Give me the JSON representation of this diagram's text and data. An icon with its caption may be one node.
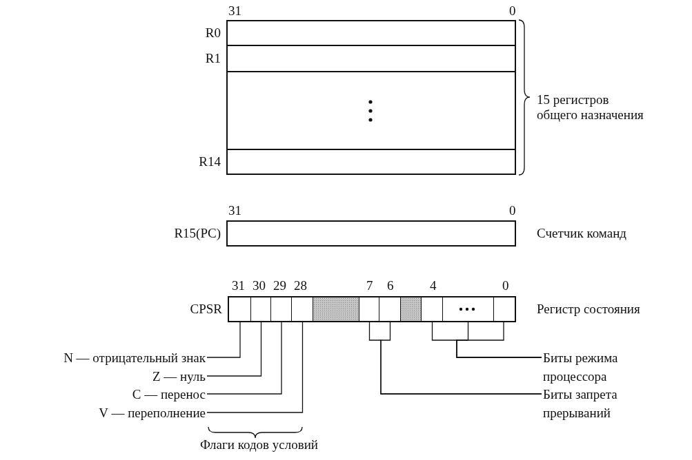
{
  "diagram": {
    "nodes": [
      {
        "text": [
          "R0"
        ]
      },
      {
        "text": [
          "R1"
        ]
      },
      {
        "text": [],
        "shape": "box"
      },
      {
        "text": [
          "R14"
        ]
      },
      {
        "text": [
          "R15(PC)"
        ],
        "beside": [
          "Счетчик команд"
        ]
      },
      {
        "text": [
          "CPSR"
        ],
        "beside": [
          "Регистр состояния"
        ]
      },
      {
        "text": [],
        "shape": "box",
        "in": 5
      },
      {
        "text": [],
        "shape": "box",
        "in": 5
      },
      {
        "text": [],
        "shape": "box",
        "in": 5
      },
      {
        "text": [],
        "shape": "box",
        "in": 5
      },
      {
        "text": [],
        "shape": "bar",
        "in": 5
      },
      {
        "text": [],
        "shape": "box",
        "in": 5
      },
      {
        "text": [],
        "shape": "box",
        "in": 5
      },
      {
        "text": [],
        "shape": "bar",
        "in": 5
      },
      {
        "text": [],
        "shape": "box",
        "in": 5
      },
      {
        "text": [],
        "shape": "box",
        "in": 5
      },
      {
        "text": [],
        "shape": "box",
        "in": 5
      },
      {
        "text": [
          "N — отрицательный знак"
        ]
      },
      {
        "text": [
          "Z — нуль"
        ]
      },
      {
        "text": [
          "C — перенос"
        ]
      },
      {
        "text": [
          "V — переполнение"
        ]
      },
      {
        "text": [
          "Биты режима процессора"
        ]
      },
      {
        "text": [
          "Биты запрета прерываний"
        ]
      }
    ],
    "edges": [
      {
        "from": 17,
        "to": 6,
        "arrow": "none"
      },
      {
        "from": 18,
        "to": 7,
        "arrow": "none"
      },
      {
        "from": 19,
        "to": 8,
        "arrow": "none"
      },
      {
        "from": 20,
        "to": 9,
        "arrow": "none"
      },
      {
        "from": 21,
        "to": 14,
        "arrow": "none"
      },
      {
        "from": 21,
        "to": 15,
        "arrow": "none"
      },
      {
        "from": 21,
        "to": 16,
        "arrow": "none"
      },
      {
        "from": 22,
        "to": 11,
        "arrow": "none"
      },
      {
        "from": 22,
        "to": 12,
        "arrow": "none"
      }
    ],
    "labels": [
      "31",
      "0",
      "15 регистров общего назначения",
      "31",
      "0",
      "31",
      "30",
      "29",
      "28",
      "7",
      "6",
      "4",
      "0",
      "Флаги кодов условий"
    ]
  }
}
